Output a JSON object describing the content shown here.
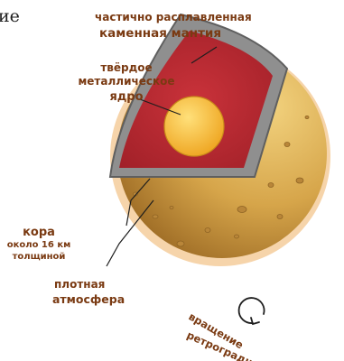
{
  "corner_text": "ие",
  "labels": {
    "mantle": [
      "частично расплавленная",
      "каменная мантия"
    ],
    "core": [
      "твёрдое",
      "металлическое",
      "ядро"
    ],
    "crust": [
      "кора",
      "около 16 км",
      "толщиной"
    ],
    "atmosphere": [
      "плотная",
      "атмосфера"
    ],
    "rotation": [
      "вращение",
      "ретроградное"
    ]
  },
  "colors": {
    "label_text": "#7a3a12",
    "crust_surface": "#d4a84b",
    "mantle": "#b3262e",
    "crust_rim": "#8d8d8d",
    "core": "#f3b72e",
    "atmosphere_halo": "#f2c592"
  }
}
